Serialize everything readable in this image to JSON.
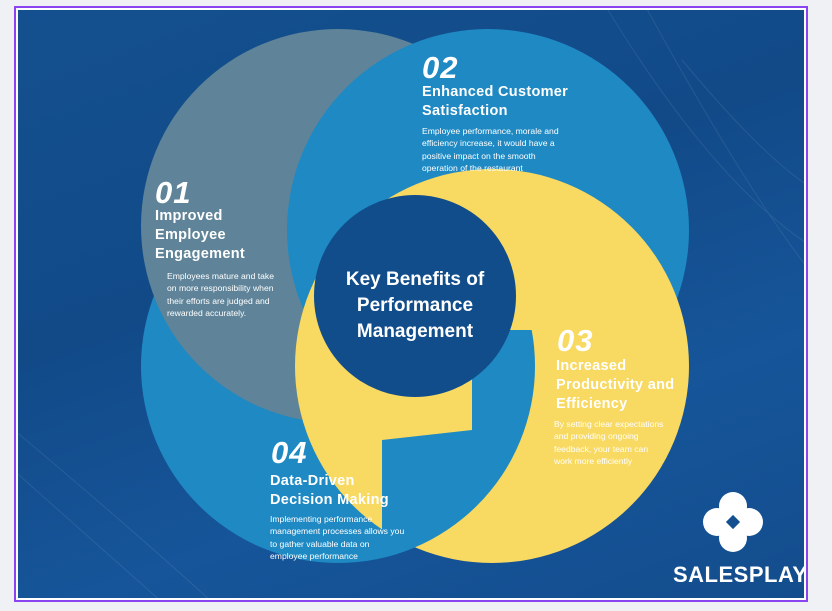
{
  "center_title": [
    "Key Benefits of",
    "Performance",
    "Management"
  ],
  "items": [
    {
      "number": "01",
      "title": [
        "Improved",
        "Employee",
        "Engagement"
      ],
      "description": [
        "Employees mature and take",
        "on more responsibility when",
        "their efforts are judged and",
        "rewarded accurately."
      ]
    },
    {
      "number": "02",
      "title": [
        "Enhanced Customer",
        "Satisfaction"
      ],
      "description": [
        "Employee performance, morale and",
        "efficiency increase, it would have a",
        "positive impact on the smooth",
        "operation of the restaurant"
      ]
    },
    {
      "number": "03",
      "title": [
        "Increased",
        "Productivity and",
        "Efficiency"
      ],
      "description": [
        "By setting clear expectations",
        "and providing ongoing",
        "feedback, your team can",
        "work more efficiently"
      ]
    },
    {
      "number": "04",
      "title": [
        "Data-Driven",
        "Decision Making"
      ],
      "description": [
        "Implementing performance",
        "management processes allows you",
        "to gather valuable data on",
        "employee performance"
      ]
    }
  ],
  "brand": {
    "name": "SALESPLAY",
    "icon": "clover-logo-icon"
  },
  "colors": {
    "gray": "#5f8499",
    "blue": "#1f89c3",
    "yellow": "#f8d961",
    "center": "#124d8b",
    "border": "#8b45f0"
  }
}
